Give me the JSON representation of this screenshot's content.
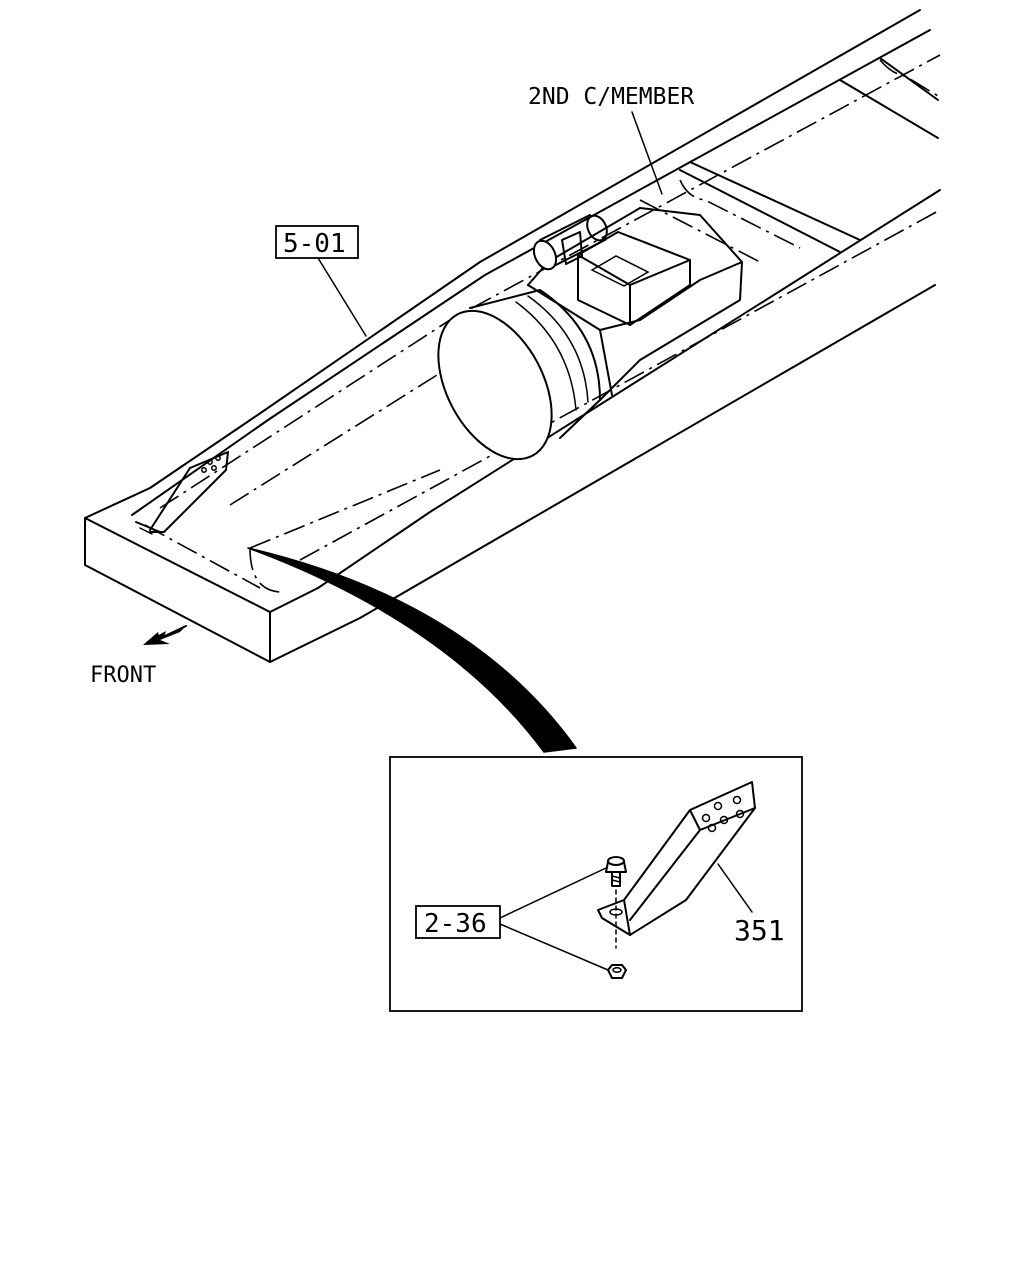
{
  "labels": {
    "second_crossmember": "2ND C/MEMBER",
    "frame_ref": "5-01",
    "front": "FRONT",
    "fastener_ref": "2-36",
    "part_number": "351"
  },
  "icons": {
    "front_arrow": "arrow-left-down-icon"
  }
}
